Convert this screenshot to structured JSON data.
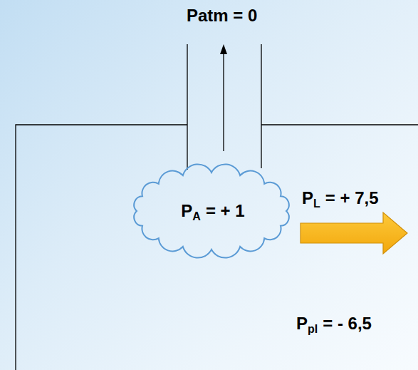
{
  "diagram": {
    "nodes": [
      {
        "text": [
          "P",
          "A",
          "= + 1"
        ]
      }
    ],
    "labels": [
      "Patm = 0",
      "P",
      "L",
      "= + 7,5",
      "P",
      "pl",
      "= - 6,5"
    ]
  }
}
